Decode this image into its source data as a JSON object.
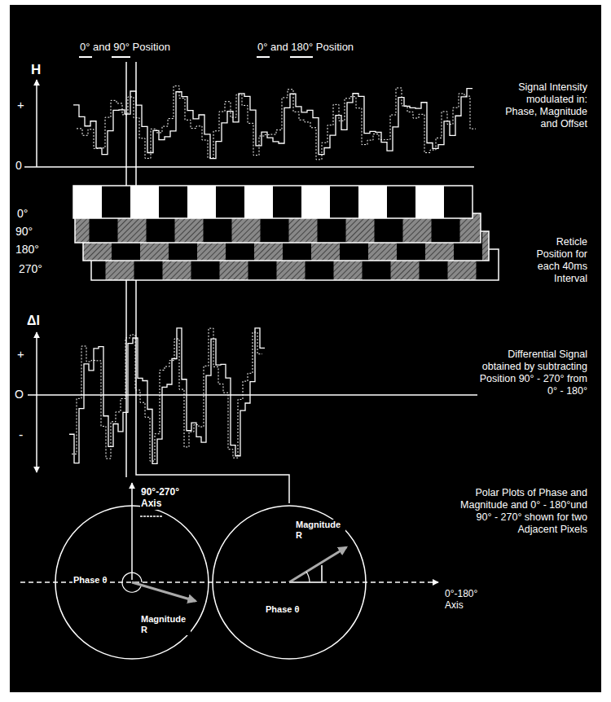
{
  "diagram": {
    "nodes": [
      {
        "text": [
          "Phase θ",
          "Magnitude R"
        ]
      },
      {
        "text": [
          "Magnitude R",
          "Phase θ"
        ]
      }
    ],
    "labels": [
      "0° and 90° Position",
      "0° and 180° Position",
      "H",
      "+",
      "0",
      "Signal Intensity modulated in: Phase, Magnitude and Offset",
      "0°",
      "90°",
      "180°",
      "270°",
      "Reticle Position for each 40ms Interval",
      "ΔI",
      "+",
      "O",
      "-",
      "Differential Signal obtained by subtracting Position 90° - 270° from 0° - 180°",
      "90°-270° Axis",
      "Polar Plots of Phase and Magnitude and 0° - 180°und 90° - 270° shown for two Adjacent Pixels",
      "0°-180° Axis"
    ]
  }
}
